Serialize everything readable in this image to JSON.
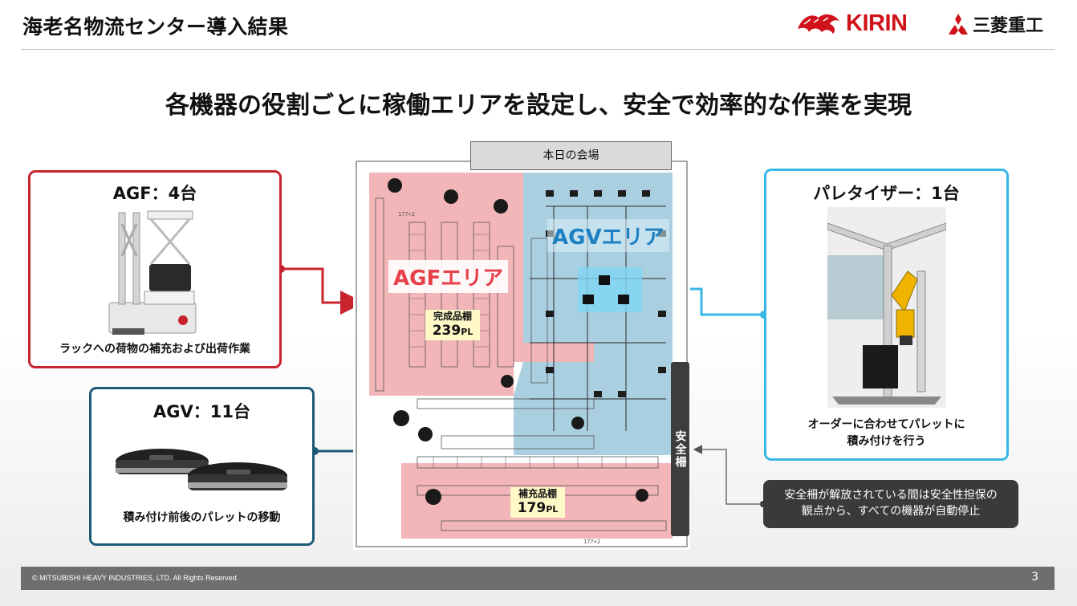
{
  "header": {
    "title": "海老名物流センター導入結果",
    "kirin_logo_text": "KIRIN",
    "mhi_logo_text": "三菱重工"
  },
  "subtitle": "各機器の役割ごとに稼働エリアを設定し、安全で効率的な作業を実現",
  "agf_box": {
    "title": "AGF：4台",
    "caption": "ラックへの荷物の補充および出荷作業"
  },
  "agv_box": {
    "title": "AGV：11台",
    "caption": "積み付け前後のパレットの移動"
  },
  "palletizer_box": {
    "title": "パレタイザー：1台",
    "caption_line1": "オーダーに合わせてパレットに",
    "caption_line2": "積み付けを行う"
  },
  "floor_plan": {
    "hall_label": "本日の会場",
    "agf_area": "AGFエリア",
    "agv_area": "AGVエリア",
    "shelf1_name": "完成品棚",
    "shelf1_count": "239",
    "shelf2_name": "補充品棚",
    "shelf2_count": "179",
    "count_unit": "PL",
    "fence": "安全柵",
    "dim1": "177+2",
    "dim2": "177+2"
  },
  "note": {
    "line1": "安全柵が解放されている間は安全性担保の",
    "line2": "観点から、すべての機器が自動停止"
  },
  "footer": {
    "copyright": "© MITSUBISHI HEAVY INDUSTRIES, LTD.  All Rights Reserved.",
    "page": "3"
  },
  "colors": {
    "agf": "#c8242e",
    "agv": "#1c5a78",
    "palletizer": "#37b7e6",
    "agf_zone": "#f2b5b8",
    "agv_zone": "#a9cfe0"
  }
}
